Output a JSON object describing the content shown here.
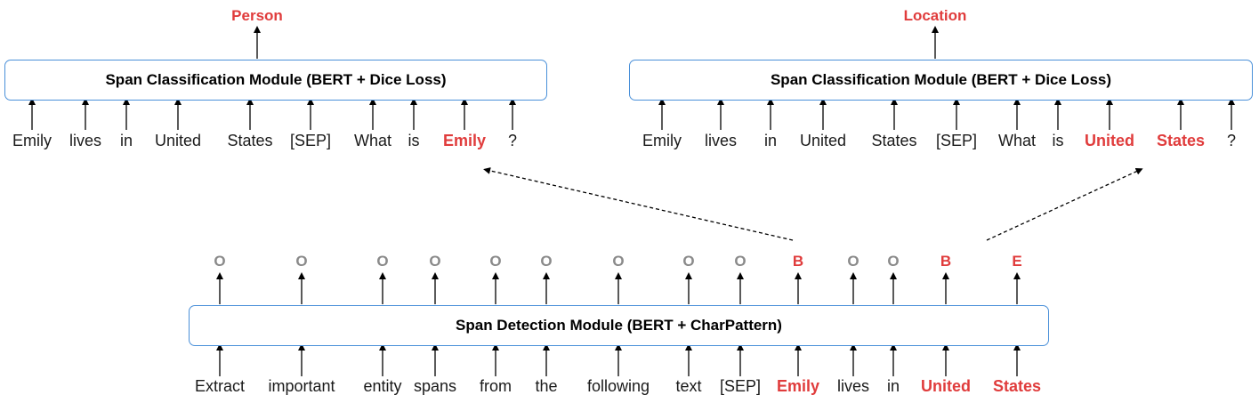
{
  "left_panel": {
    "output_label": "Person",
    "module_title": "Span Classification Module (BERT + Dice Loss)",
    "tokens": [
      {
        "text": "Emily",
        "hl": false
      },
      {
        "text": "lives",
        "hl": false
      },
      {
        "text": "in",
        "hl": false
      },
      {
        "text": "United",
        "hl": false
      },
      {
        "text": "States",
        "hl": false
      },
      {
        "text": "[SEP]",
        "hl": false
      },
      {
        "text": "What",
        "hl": false
      },
      {
        "text": "is",
        "hl": false
      },
      {
        "text": "Emily",
        "hl": true
      },
      {
        "text": "?",
        "hl": false
      }
    ]
  },
  "right_panel": {
    "output_label": "Location",
    "module_title": "Span Classification Module (BERT + Dice Loss)",
    "tokens": [
      {
        "text": "Emily",
        "hl": false
      },
      {
        "text": "lives",
        "hl": false
      },
      {
        "text": "in",
        "hl": false
      },
      {
        "text": "United",
        "hl": false
      },
      {
        "text": "States",
        "hl": false
      },
      {
        "text": "[SEP]",
        "hl": false
      },
      {
        "text": "What",
        "hl": false
      },
      {
        "text": "is",
        "hl": false
      },
      {
        "text": "United",
        "hl": true
      },
      {
        "text": "States",
        "hl": true
      },
      {
        "text": "?",
        "hl": false
      }
    ]
  },
  "bottom_panel": {
    "module_title": "Span Detection Module (BERT + CharPattern)",
    "labels": [
      "O",
      "O",
      "O",
      "O",
      "O",
      "O",
      "O",
      "O",
      "O",
      "B",
      "O",
      "O",
      "B",
      "E"
    ],
    "tokens": [
      {
        "text": "Extract",
        "hl": false
      },
      {
        "text": "important",
        "hl": false
      },
      {
        "text": "entity",
        "hl": false
      },
      {
        "text": "spans",
        "hl": false
      },
      {
        "text": "from",
        "hl": false
      },
      {
        "text": "the",
        "hl": false
      },
      {
        "text": "following",
        "hl": false
      },
      {
        "text": "text",
        "hl": false
      },
      {
        "text": "[SEP]",
        "hl": false
      },
      {
        "text": "Emily",
        "hl": true
      },
      {
        "text": "lives",
        "hl": false
      },
      {
        "text": "in",
        "hl": false
      },
      {
        "text": "United",
        "hl": true
      },
      {
        "text": "States",
        "hl": true
      }
    ]
  },
  "colors": {
    "highlight": "#e03c3c",
    "outside_tag": "#8a8a8a",
    "module_border": "#4a90d9",
    "arrow": "#000000"
  }
}
